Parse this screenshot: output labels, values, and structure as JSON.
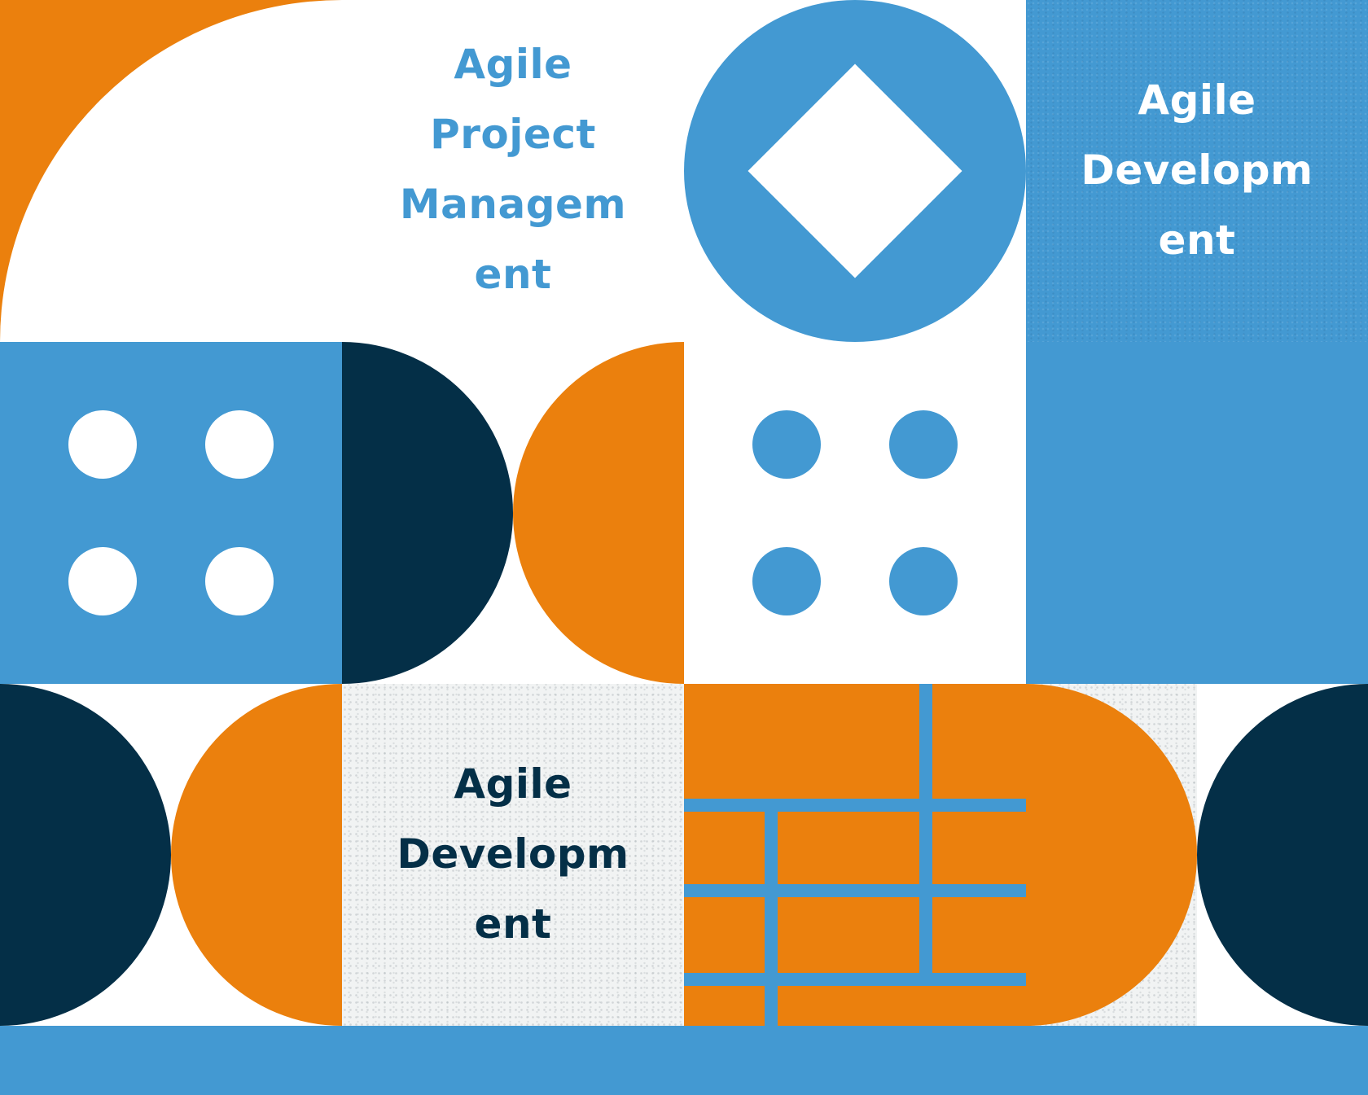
{
  "labels": {
    "top_center": [
      "Agile",
      "Project",
      "Managem",
      "ent"
    ],
    "top_right": [
      "Agile",
      "Developm",
      "ent"
    ],
    "bottom_center": [
      "Agile",
      "Developm",
      "ent"
    ]
  },
  "colors": {
    "blue": "#4399d2",
    "orange": "#eb800d",
    "navy": "#042f47",
    "white": "#ffffff",
    "light_gray": "#f1f3f3"
  },
  "icons": [
    "diamond-in-circle-icon",
    "four-dots-icon",
    "brick-grid-icon"
  ]
}
